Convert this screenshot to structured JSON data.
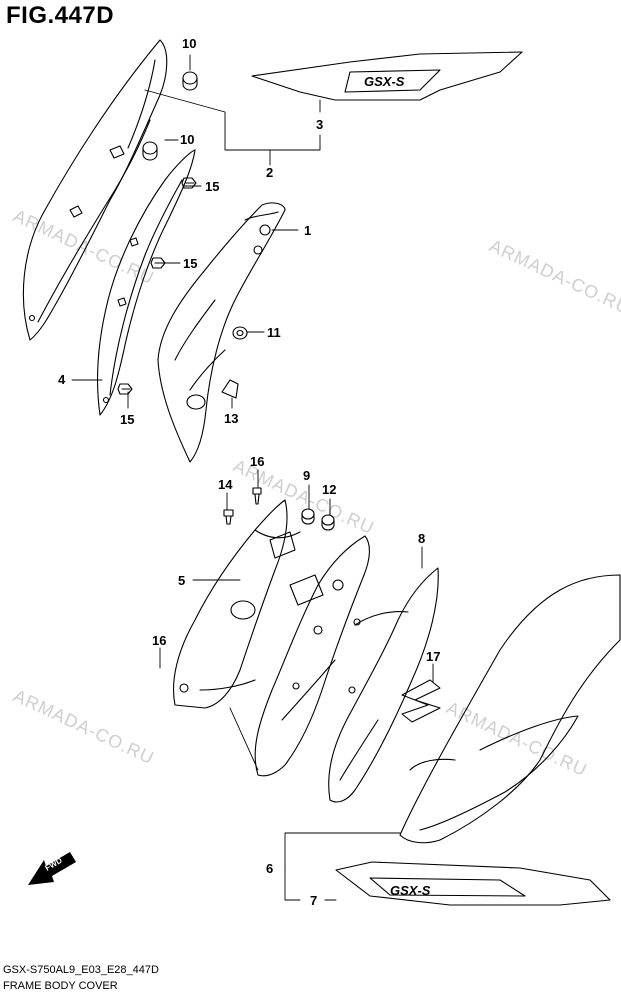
{
  "figure": {
    "title": "FIG.447D"
  },
  "callouts": {
    "c1": "1",
    "c2": "2",
    "c3": "3",
    "c4": "4",
    "c5": "5",
    "c6": "6",
    "c7": "7",
    "c8": "8",
    "c9": "9",
    "c10a": "10",
    "c10b": "10",
    "c11": "11",
    "c12": "12",
    "c13": "13",
    "c14": "14",
    "c15a": "15",
    "c15b": "15",
    "c15c": "15",
    "c16a": "16",
    "c16b": "16",
    "c17": "17"
  },
  "watermarks": {
    "w1": "ARMADA-CO.RU",
    "w2": "ARMADA-CO.RU",
    "w3": "ARMADA-CO.RU",
    "w4": "ARMADA-CO.RU",
    "w5": "ARMADA-CO.RU"
  },
  "decals": {
    "upper": "GSX-S",
    "lower": "GSX-S"
  },
  "fwd_label": "FWD",
  "footer": {
    "model_code": "GSX-S750AL9_E03_E28_447D",
    "section_name": "FRAME BODY COVER"
  }
}
